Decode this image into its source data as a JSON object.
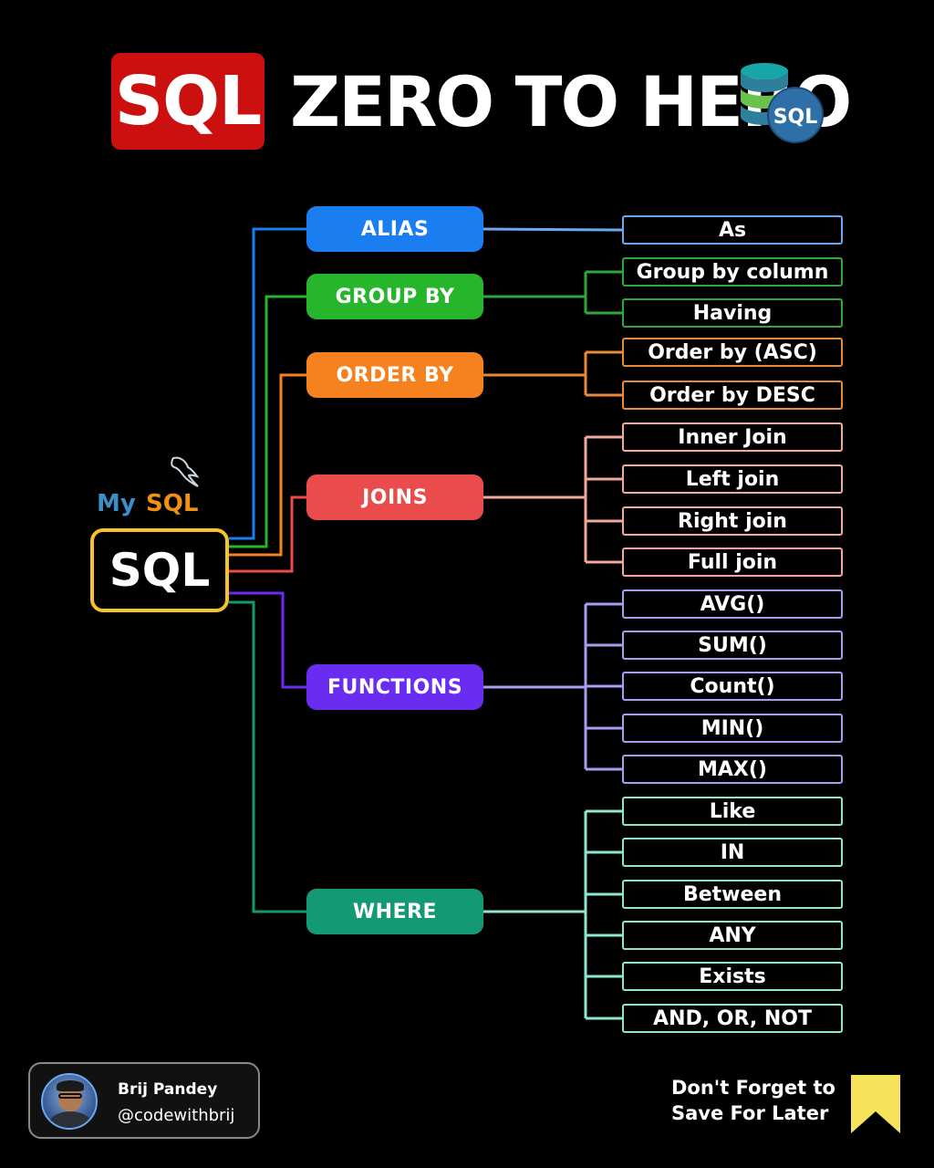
{
  "header": {
    "badge": "SQL",
    "title": "ZERO TO HERO",
    "icon_label": "SQL"
  },
  "root": {
    "logo_text_my": "My",
    "logo_text_sql": "SQL",
    "label": "SQL"
  },
  "categories": [
    {
      "label": "ALIAS",
      "color": "#1a7ef0",
      "items": [
        "As"
      ]
    },
    {
      "label": "GROUP BY",
      "color": "#27b52c",
      "items": [
        "Group by column",
        "Having"
      ]
    },
    {
      "label": "ORDER BY",
      "color": "#f5821f",
      "items": [
        "Order by (ASC)",
        "Order by DESC"
      ]
    },
    {
      "label": "JOINS",
      "color": "#ea4b4b",
      "items": [
        "Inner Join",
        "Left join",
        "Right join",
        "Full join"
      ]
    },
    {
      "label": "FUNCTIONS",
      "color": "#6a2cf0",
      "items": [
        "AVG()",
        "SUM()",
        "Count()",
        "MIN()",
        "MAX()"
      ]
    },
    {
      "label": "WHERE",
      "color": "#139a75",
      "items": [
        "Like",
        "IN",
        "Between",
        "ANY",
        "Exists",
        "AND, OR, NOT"
      ]
    }
  ],
  "leaf_border_colors": {
    "ALIAS": "#6aa8f0",
    "GROUP BY": "#2fa83a",
    "ORDER BY": "#e98a3a",
    "JOINS": "#f2a89a",
    "FUNCTIONS": "#a99cf2",
    "WHERE": "#8ee8cf"
  },
  "footer": {
    "author_name": "Brij Pandey",
    "author_handle": "@codewithbrij",
    "save_line1": "Don't Forget to",
    "save_line2": "Save For Later",
    "bookmark_color": "#f7e35b"
  }
}
